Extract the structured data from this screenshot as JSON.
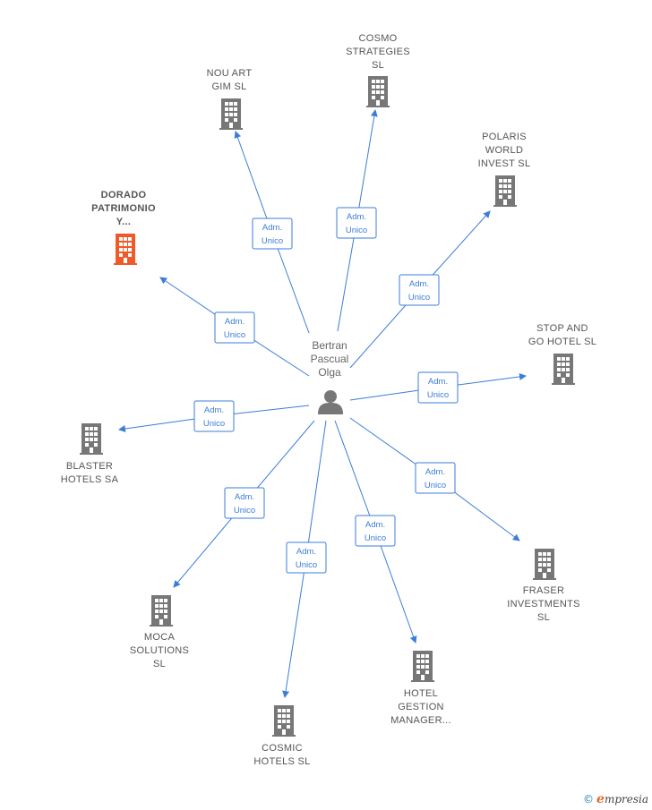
{
  "center": {
    "name_lines": [
      "Bertran",
      "Pascual",
      "Olga"
    ],
    "icon": "person-icon"
  },
  "edge_label": [
    "Adm.",
    "Unico"
  ],
  "colors": {
    "edge": "#3b7dd8",
    "building": "#777777",
    "highlight": "#f05a28"
  },
  "companies": [
    {
      "id": "dorado",
      "lines": [
        "DORADO",
        "PATRIMONIO",
        "Y..."
      ],
      "highlight": true
    },
    {
      "id": "nou-art",
      "lines": [
        "NOU ART",
        "GIM SL"
      ]
    },
    {
      "id": "cosmo",
      "lines": [
        "COSMO",
        "STRATEGIES",
        "SL"
      ]
    },
    {
      "id": "polaris",
      "lines": [
        "POLARIS",
        "WORLD",
        "INVEST  SL"
      ]
    },
    {
      "id": "stop-and-go",
      "lines": [
        "STOP AND",
        "GO HOTEL  SL"
      ]
    },
    {
      "id": "blaster",
      "lines": [
        "BLASTER",
        "HOTELS SA"
      ]
    },
    {
      "id": "fraser",
      "lines": [
        "FRASER",
        "INVESTMENTS",
        "SL"
      ]
    },
    {
      "id": "moca",
      "lines": [
        "MOCA",
        "SOLUTIONS",
        "SL"
      ]
    },
    {
      "id": "hotel-gestion",
      "lines": [
        "HOTEL",
        "GESTION",
        "MANAGER..."
      ]
    },
    {
      "id": "cosmic",
      "lines": [
        "COSMIC",
        "HOTELS  SL"
      ]
    }
  ],
  "brand": {
    "copyright": "©",
    "e": "e",
    "rest": "mpresia"
  }
}
